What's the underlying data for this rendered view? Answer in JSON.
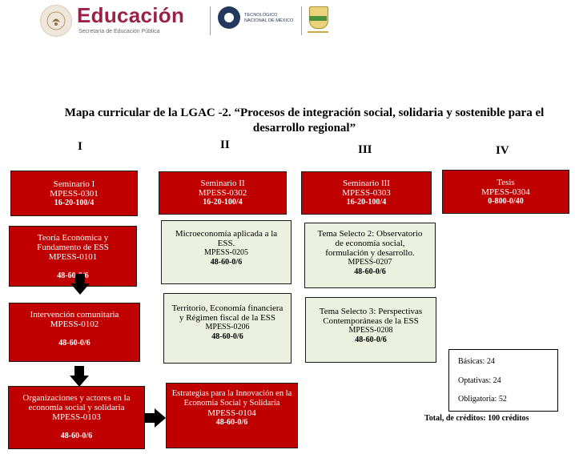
{
  "header": {
    "logo_word": "Educación",
    "logo_sub": "Secretaría de Educación Pública",
    "tec_line1": "TECNOLÓGICO",
    "tec_line2": "NACIONAL DE MÉXICO",
    "icons": [
      "sep-seal-icon",
      "tecnm-gear-icon",
      "state-shield-icon"
    ]
  },
  "title": "Mapa curricular de la LGAC -2. “Procesos de integración social, solidaria y sostenible para el desarrollo regional”",
  "columns": [
    "I",
    "II",
    "III",
    "IV"
  ],
  "boxes": {
    "sem1": {
      "name": "Seminario I",
      "code": "MPESS-0301",
      "hours": "16-20-100/4"
    },
    "sem2": {
      "name": "Seminario II",
      "code": "MPESS-0302",
      "hours": "16-20-100/4"
    },
    "sem3": {
      "name": "Seminario III",
      "code": "MPESS-0303",
      "hours": "16-20-100/4"
    },
    "tesis": {
      "name": "Tesis",
      "code": "MPESS-0304",
      "hours": "0-800-0/40"
    },
    "teoria": {
      "name": "Teoría Económica y Fundamento de ESS",
      "code": "MPESS-0101",
      "hours": "48-60-0/6"
    },
    "interv": {
      "name": "Intervención comunitaria",
      "code": "MPESS-0102",
      "hours": "48-60-0/6"
    },
    "org": {
      "name": "Organizaciones y actores en la economía social y solidaria",
      "code": "MPESS-0103",
      "hours": "48-60-0/6"
    },
    "estr": {
      "name": "Estrategias para la Innovación en la Economía Social y Solidaria",
      "code": "MPESS-0104",
      "hours": "48-60-0/6"
    },
    "micro": {
      "name": "Microeconomía aplicada a la ESS.",
      "code": "MPESS-0205",
      "hours": "48-60-0/6"
    },
    "terr": {
      "name": "Territorio, Economía financiera y Régimen fiscal de la ESS",
      "code": "MPESS-0206",
      "hours": "48-60-0/6"
    },
    "tema2": {
      "name": "Tema Selecto 2: Observatorio de economía social, formulación y desarrollo.",
      "code": "MPESS-0207",
      "hours": "48-60-0/6"
    },
    "tema3": {
      "name": "Tema Selecto 3: Perspectivas Contemporáneas de la ESS",
      "code": "MPESS-0208",
      "hours": "48-60-0/6"
    }
  },
  "summary": {
    "basicas": "Básicas: 24",
    "optativas": "Optativas: 24",
    "obligatoria": "Obligatoria: 52",
    "total": "Total, de créditos: 100 créditos"
  },
  "colors": {
    "red": "#c00000",
    "green": "#ebf1de",
    "brand": "#9b2247",
    "tec": "#22385c"
  }
}
